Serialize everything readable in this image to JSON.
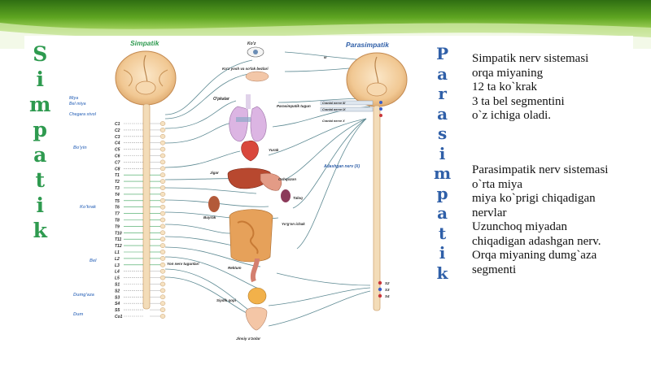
{
  "vertical": {
    "left": "Simpatik",
    "right": "Parasimpatik"
  },
  "diagram": {
    "title_left": "Simpatik",
    "title_right": "Parasimpatik",
    "left_labels": {
      "miya": "Miya",
      "bel_miya": "Bel miya",
      "chegara": "Chegara stvol",
      "boyin": "Bo'yin",
      "kokrak": "Ko'krak",
      "bel": "Bel",
      "dumgaza": "Dumg'aza",
      "dum": "Dum"
    },
    "segments": [
      "C1",
      "C2",
      "C3",
      "C4",
      "C5",
      "C6",
      "C7",
      "C8",
      "T1",
      "T2",
      "T3",
      "T4",
      "T5",
      "T6",
      "T7",
      "T8",
      "T9",
      "T10",
      "T11",
      "T12",
      "L1",
      "L2",
      "L3",
      "L4",
      "L5",
      "S1",
      "S2",
      "S3",
      "S4",
      "S5",
      "Co1"
    ],
    "organs": {
      "koz": "Ko'z",
      "sulak": "Ko'z yosh va so'lak bezlari",
      "opka": "O'pkalar",
      "tugun": "Parasimpatik tugun",
      "yurak": "Yurak",
      "jigar": "Jigar",
      "oshqozon": "Oshqozon",
      "taloq": "Taloq",
      "buyrak": "Buyrak",
      "ichak": "Yo'g'on ichak",
      "rektum": "Rektum",
      "siydik": "Siydik qopi",
      "jinsiy": "Jinsiy a'zolar",
      "yon_nerv": "Yon nerv tugunlari",
      "adashgan": "Adashgan nerv (X)",
      "cranial_1": "Cranial nerve III",
      "cranial_2": "Cranial nerve IX",
      "cranial_3": "Cranial nerve X",
      "iii": "III"
    },
    "right_segments": [
      "S2",
      "S3",
      "S4"
    ]
  },
  "text_block_1": [
    "Simpatik nerv sistemasi",
    "orqa miyaning",
    "12 ta ko`krak",
    "3 ta bel segmentini",
    "o`z ichiga oladi."
  ],
  "text_block_2": [
    "Parasimpatik nerv sistemasi",
    "o`rta miya",
    "miya ko`prigi chiqadigan",
    "nervlar",
    "Uzunchoq miyadan",
    "chiqadigan adashgan nerv.",
    "Orqa miyaning dumg`aza",
    "segmenti"
  ],
  "colors": {
    "simpatik": "#2e9a4f",
    "parasimpatik": "#2f5fa8",
    "nerve_line": "#5e8a93",
    "banner": "#5ea521"
  }
}
